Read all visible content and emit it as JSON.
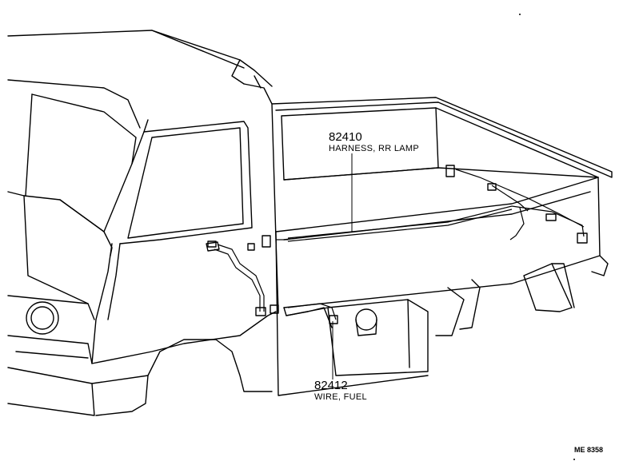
{
  "parts": [
    {
      "number": "82410",
      "name": "HARNESS, RR LAMP"
    },
    {
      "number": "82412",
      "name": "WIRE, FUEL"
    }
  ],
  "figure_code": "ME  8358"
}
